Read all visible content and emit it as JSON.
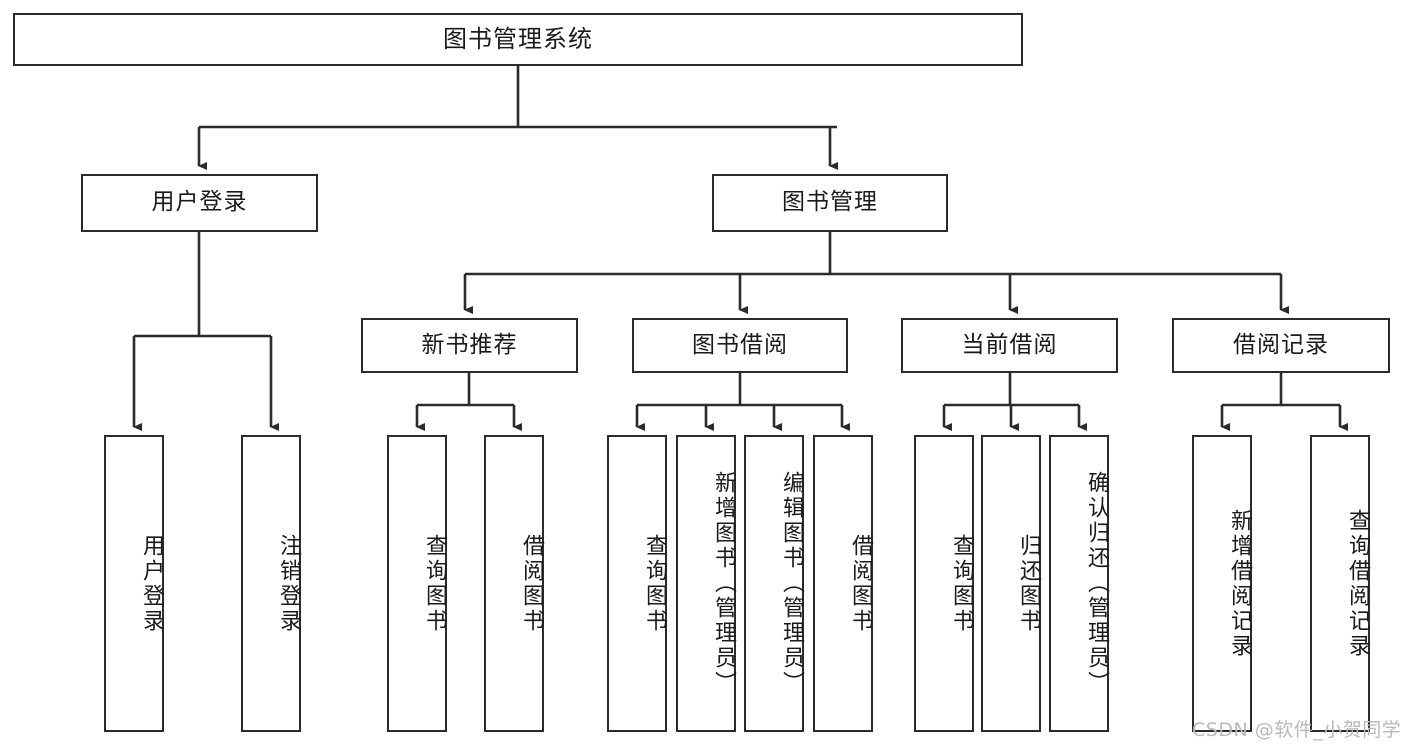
{
  "diagram": {
    "type": "tree",
    "title": "图书管理系统",
    "orientation": "top-down",
    "colors": {
      "box_border": "#2b2b2b",
      "box_fill": "#ffffff",
      "connector": "#2b2b2b",
      "background": "#ffffff",
      "watermark": "#b9b9b9"
    }
  },
  "root": {
    "label": "图书管理系统"
  },
  "level2": {
    "user_login": {
      "label": "用户登录"
    },
    "book_manage": {
      "label": "图书管理"
    }
  },
  "level3": {
    "new_book_recommend": {
      "label": "新书推荐"
    },
    "book_borrow": {
      "label": "图书借阅"
    },
    "current_borrow": {
      "label": "当前借阅"
    },
    "borrow_record": {
      "label": "借阅记录"
    }
  },
  "leaves": {
    "user_login_children": [
      {
        "label": "用户登录"
      },
      {
        "label": "注销登录"
      }
    ],
    "new_book_recommend_children": [
      {
        "label": "查询图书"
      },
      {
        "label": "借阅图书"
      }
    ],
    "book_borrow_children": [
      {
        "label": "查询图书"
      },
      {
        "label": "新增图书（管理员）"
      },
      {
        "label": "编辑图书（管理员）"
      },
      {
        "label": "借阅图书"
      }
    ],
    "current_borrow_children": [
      {
        "label": "查询图书"
      },
      {
        "label": "归还图书"
      },
      {
        "label": "确认归还（管理员）"
      }
    ],
    "borrow_record_children": [
      {
        "label": "新增借阅记录"
      },
      {
        "label": "查询借阅记录"
      }
    ]
  },
  "watermark": {
    "text": "CSDN @软件_小贺同学"
  }
}
